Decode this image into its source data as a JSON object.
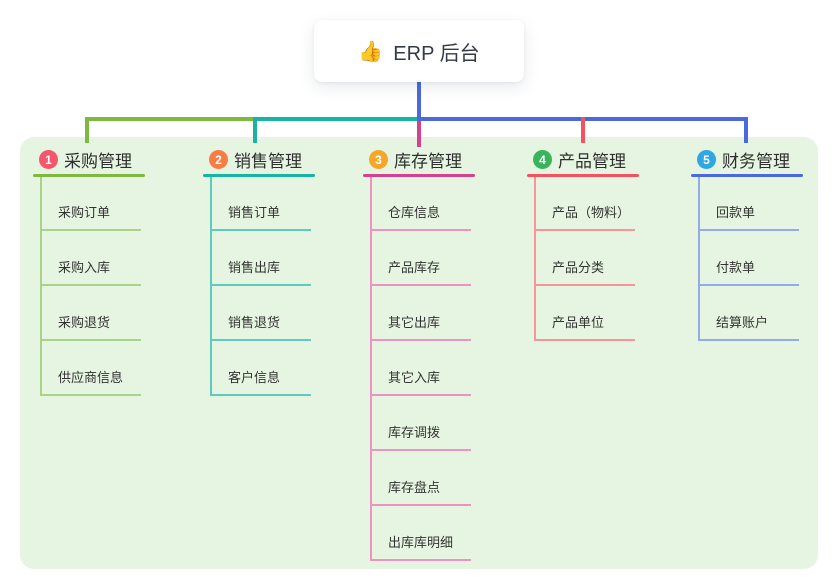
{
  "root": {
    "icon": "👍",
    "label": "ERP 后台"
  },
  "panel_color": "#e6f5e1",
  "canvas_color": "#ffffff",
  "branches": [
    {
      "number": "1",
      "label": "采购管理",
      "badge_color": "#f4566c",
      "line_color": "#7db93d",
      "child_line_color": "#a9d387",
      "children": [
        "采购订单",
        "采购入库",
        "采购退货",
        "供应商信息"
      ]
    },
    {
      "number": "2",
      "label": "销售管理",
      "badge_color": "#f87d45",
      "line_color": "#17b3a3",
      "child_line_color": "#5fcabe",
      "children": [
        "销售订单",
        "销售出库",
        "销售退货",
        "客户信息"
      ]
    },
    {
      "number": "3",
      "label": "库存管理",
      "badge_color": "#f6a72a",
      "line_color": "#d6408f",
      "child_line_color": "#ec93c3",
      "children": [
        "仓库信息",
        "产品库存",
        "其它出库",
        "其它入库",
        "库存调拨",
        "库存盘点",
        "出库库明细"
      ]
    },
    {
      "number": "4",
      "label": "产品管理",
      "badge_color": "#3ab45c",
      "line_color": "#f4525e",
      "child_line_color": "#f8959b",
      "children": [
        "产品（物料）",
        "产品分类",
        "产品单位"
      ]
    },
    {
      "number": "5",
      "label": "财务管理",
      "badge_color": "#2fa7e2",
      "line_color": "#4a6adc",
      "child_line_color": "#95aae8",
      "children": [
        "回款单",
        "付款单",
        "结算账户"
      ]
    }
  ]
}
